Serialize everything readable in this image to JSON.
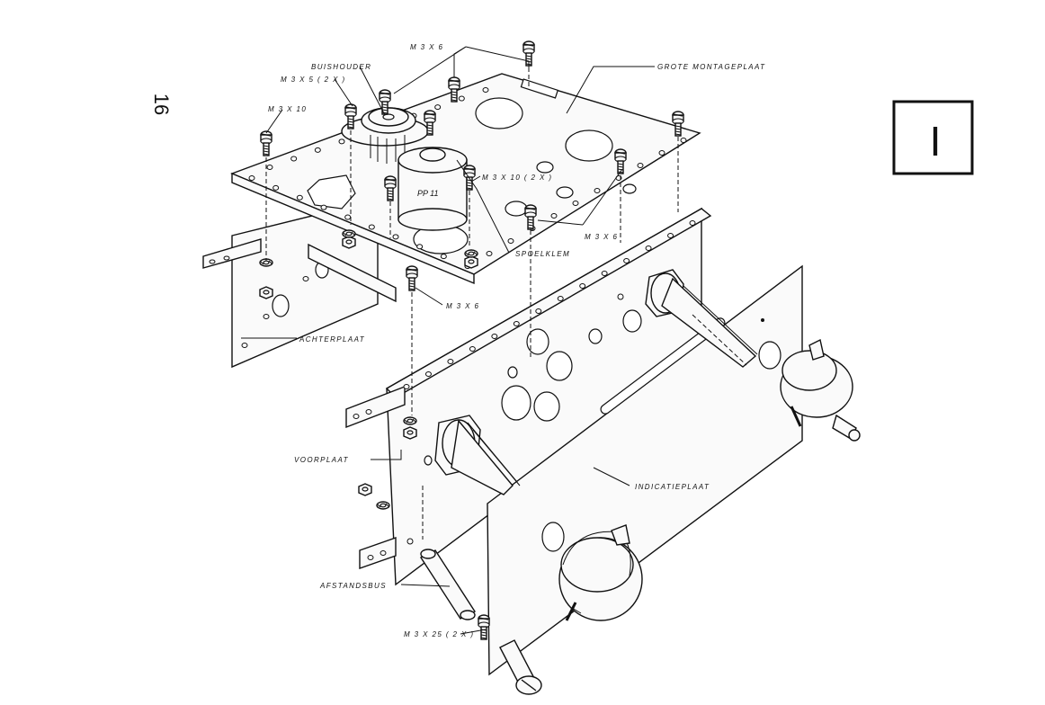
{
  "page_number": "16",
  "section_marker": "I",
  "labels": {
    "m3x6_top": "M 3 X 6",
    "buishouder": "BUISHOUDER",
    "m3x5_2x": "M 3 X 5 ( 2 X )",
    "m3x10": "M 3 X 10",
    "grote_montageplaat": "GROTE MONTAGEPLAAT",
    "pp11": "PP 11",
    "m3x10_2x": "M 3 X 10 ( 2 X )",
    "m3x6_right": "M 3 X 6",
    "spoelklem": "SPOELKLEM",
    "m3x6_mid": "M 3 X 6",
    "achterplaat": "ACHTERPLAAT",
    "voorplaat": "VOORPLAAT",
    "indicatieplaat": "INDICATIEPLAAT",
    "afstandsbus": "AFSTANDSBUS",
    "m3x25_2x": "M 3 X 25 ( 2 X )"
  },
  "icons": [
    "screw-icon",
    "nut-icon",
    "lock-washer-icon",
    "tube-socket-icon",
    "coil-icon",
    "potentiometer-icon",
    "knob-icon",
    "spacer-icon"
  ]
}
